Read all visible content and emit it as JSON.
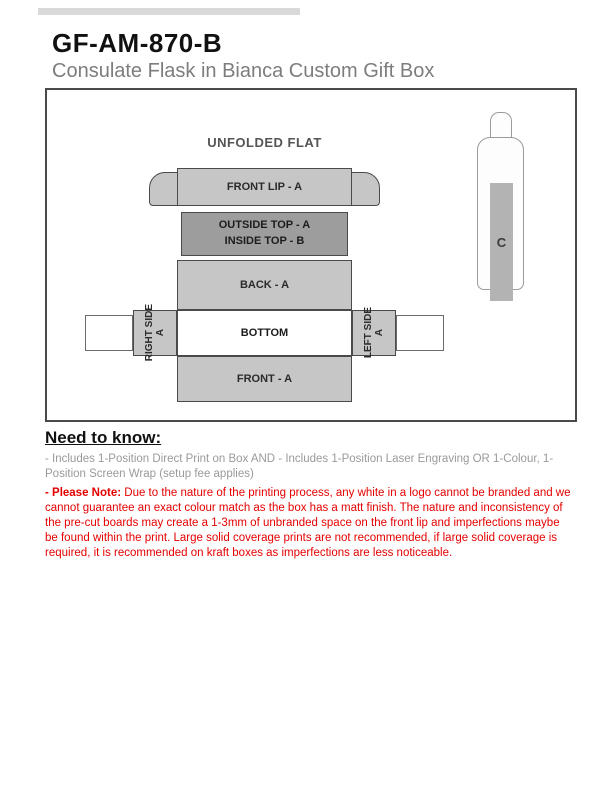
{
  "page": {
    "title": "GF-AM-870-B",
    "subtitle": "Consulate Flask in Bianca Custom Gift Box"
  },
  "diagram": {
    "heading": "UNFOLDED FLAT",
    "panels": {
      "front_lip": "FRONT LIP - A",
      "outside_top": "OUTSIDE TOP - A",
      "inside_top": "INSIDE TOP - B",
      "back": "BACK - A",
      "bottom": "BOTTOM",
      "right_side_line1": "RIGHT SIDE",
      "right_side_line2": "A",
      "left_side_line1": "LEFT SIDE",
      "left_side_line2": "A",
      "front": "FRONT - A"
    },
    "flask_label": "C"
  },
  "need_to_know": {
    "heading": "Need to know:",
    "includes_text": "- Includes 1-Position Direct Print on Box AND - Includes 1-Position Laser Engraving OR 1-Colour, 1-Position Screen Wrap (setup fee applies)",
    "note_lead": "- Please Note:",
    "note_text": " Due to the nature of the printing process, any white in a logo cannot be branded and we cannot guarantee an exact colour match as the box has a matt finish. The nature and inconsistency of the pre-cut boards may create a 1-3mm of unbranded space on the front lip and imperfections maybe be found within the print. Large solid coverage prints are not recommended, if large solid coverage is required, it is recommended on kraft boxes as imperfections are less noticeable."
  },
  "colors": {
    "panel_gray": "#c6c6c6",
    "panel_dark_gray": "#9d9d9d",
    "bottom_white": "#ffffff",
    "note_red": "#e50000",
    "body_gray": "#9a9a9a"
  }
}
